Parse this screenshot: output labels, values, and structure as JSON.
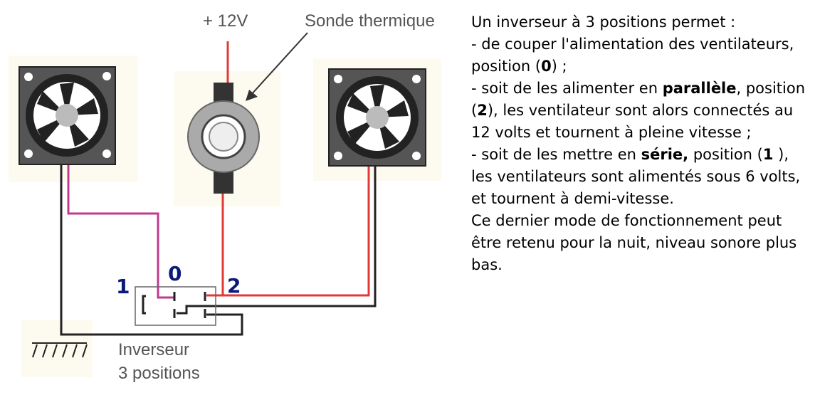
{
  "diagram": {
    "supply_label": "+ 12V",
    "sensor_label": "Sonde thermique",
    "switch_pos_1": "1",
    "switch_pos_0": "0",
    "switch_pos_2": "2",
    "switch_label_line1": "Inverseur",
    "switch_label_line2": "3 positions",
    "colors": {
      "red": "#e0393a",
      "pink": "#c0398f",
      "black": "#222222",
      "navy": "#0c1a78"
    }
  },
  "text": {
    "l1": "Un inverseur à 3 positions permet :",
    "l2a": "- de couper l'alimentation des ventilateurs, position (",
    "l2b": "0",
    "l2c": ") ;",
    "l3a": "- soit de les alimenter en ",
    "l3b": "parallèle",
    "l3c": ", position (",
    "l3d": "2",
    "l3e": "), les ventilateur sont alors connectés au 12 volts et tournent  à pleine vitesse ;",
    "l4a": "- soit de les mettre en ",
    "l4b": "série,",
    "l4c": " position (",
    "l4d": "1",
    "l4e": " ), les ventilateurs sont alimentés sous 6 volts, et tournent à demi-vitesse.",
    "l5": "Ce dernier mode de fonctionnement peut être retenu pour la nuit, niveau sonore plus bas."
  }
}
